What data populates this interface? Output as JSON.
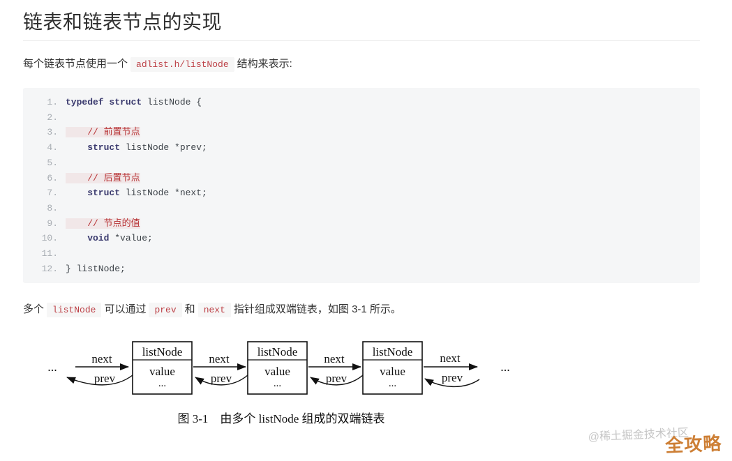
{
  "page": {
    "title": "链表和链表节点的实现"
  },
  "intro": {
    "pre": "每个链表节点使用一个",
    "code": "adlist.h/listNode",
    "post": "结构来表示:"
  },
  "code": {
    "lines": [
      {
        "n": "1.",
        "kw": "typedef struct",
        "code": " listNode {"
      },
      {
        "n": "2."
      },
      {
        "n": "3.",
        "comment": "    // 前置节点"
      },
      {
        "n": "4.",
        "kw": "    struct",
        "code": " listNode *prev;"
      },
      {
        "n": "5."
      },
      {
        "n": "6.",
        "comment": "    // 后置节点"
      },
      {
        "n": "7.",
        "kw": "    struct",
        "code": " listNode *next;"
      },
      {
        "n": "8."
      },
      {
        "n": "9.",
        "comment": "    // 节点的值"
      },
      {
        "n": "10.",
        "kw": "    void",
        "code": " *value;"
      },
      {
        "n": "11."
      },
      {
        "n": "12.",
        "code": "} listNode;"
      }
    ]
  },
  "para2": {
    "t1": "多个",
    "c1": "listNode",
    "t2": "可以通过",
    "c2": "prev",
    "t3": "和",
    "c3": "next",
    "t4": "指针组成双端链表，如图 3-1 所示。"
  },
  "diagram": {
    "left_ellipsis": "...",
    "right_ellipsis": "...",
    "node_title": "listNode",
    "node_value": "value",
    "node_more": "...",
    "next_label": "next",
    "prev_label": "prev",
    "caption": "图 3-1　由多个 listNode 组成的双端链表"
  },
  "watermark": {
    "community": "@稀土掘金技术社区",
    "overlay": "全攻略",
    "gray_color": "#c6c6c6",
    "orange_color": "#cd7f35"
  },
  "colors": {
    "inline_code_text": "#bd4147",
    "inline_code_bg": "#f6f6f6",
    "code_block_bg": "#f5f6f7",
    "keyword": "#3a3a6e",
    "comment": "#b73234",
    "line_number": "#a8adb3"
  }
}
